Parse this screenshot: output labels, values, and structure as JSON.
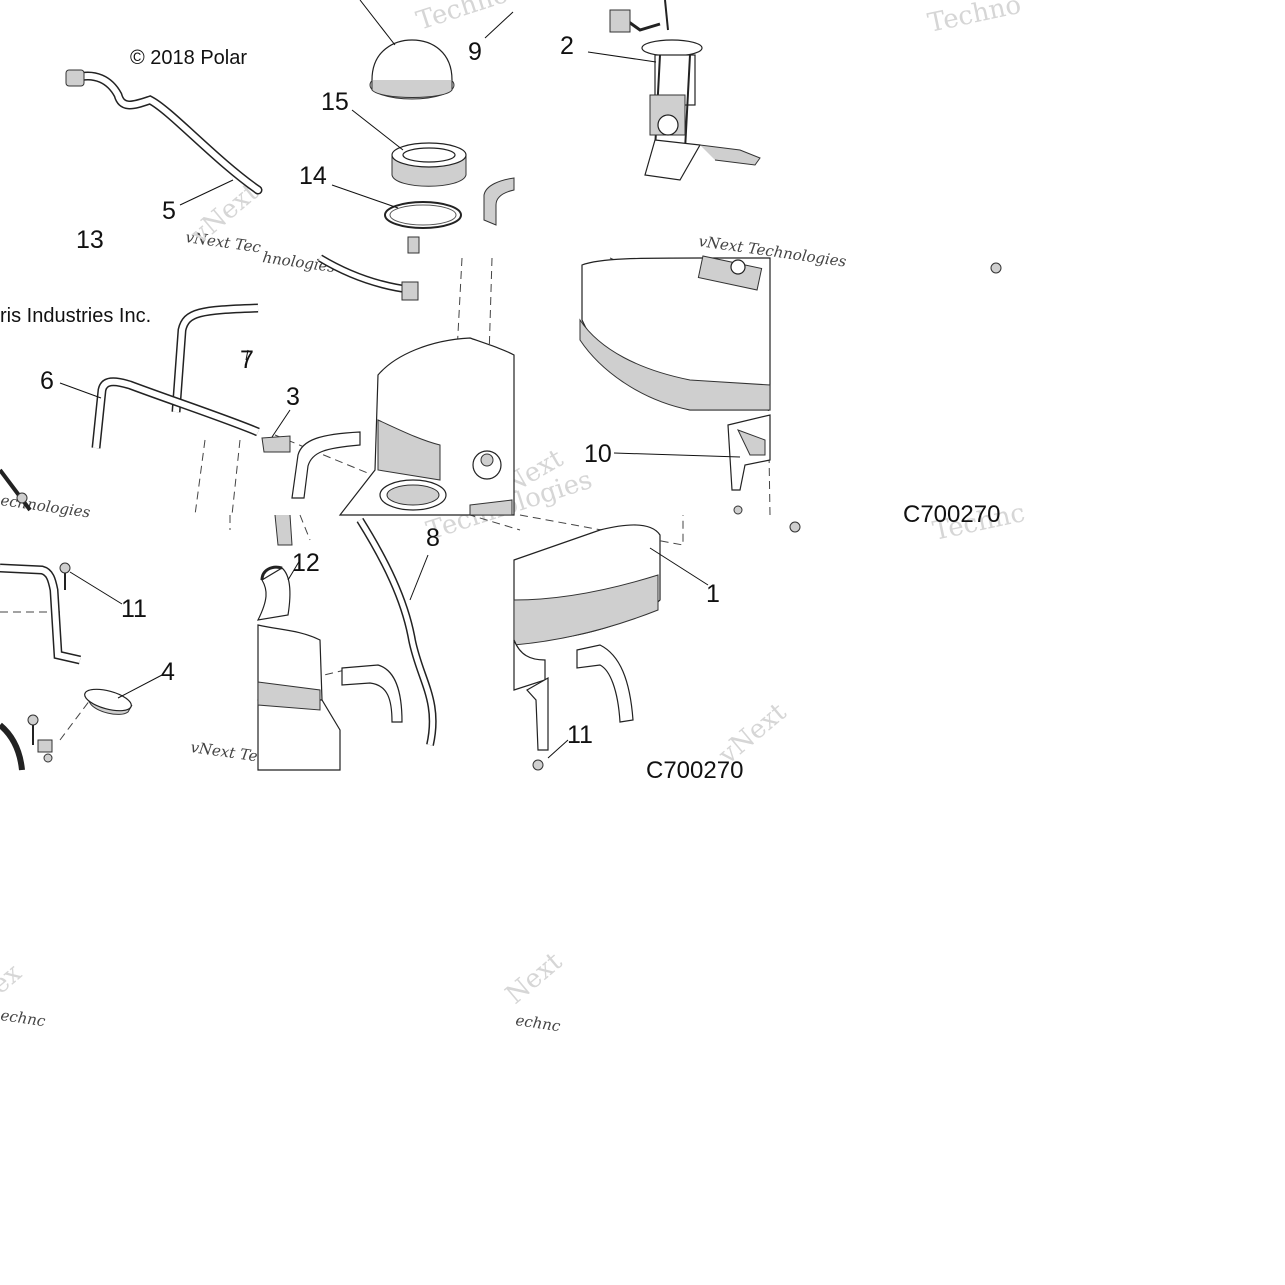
{
  "diagram": {
    "copyright": "© 2018 Polar",
    "copyright_cont": "ris Industries Inc.",
    "drawing_code": "C700270",
    "drawing_code_2": "C700270",
    "watermarks": {
      "brand_a": "Techno",
      "brand_b": "vNext Tec",
      "brand_c": "vNext Technologies",
      "brand_d": "hnologies",
      "brand_e": "Technologies",
      "brand_f": "echnologies",
      "brand_g": "vNext",
      "brand_h": "Technc",
      "brand_i": "Techno",
      "brand_j": "vNext Te",
      "brand_k": "Next",
      "brand_l": "vNext",
      "brand_m": "echnc",
      "brand_n": "Next",
      "brand_o": "echnc"
    },
    "callouts": {
      "c1": "1",
      "c2": "2",
      "c3": "3",
      "c4": "4",
      "c5": "5",
      "c6": "6",
      "c7": "7",
      "c8": "8",
      "c9": "9",
      "c10": "10",
      "c11a": "11",
      "c11b": "11",
      "c12": "12",
      "c13": "13",
      "c14": "14",
      "c15": "15"
    }
  }
}
